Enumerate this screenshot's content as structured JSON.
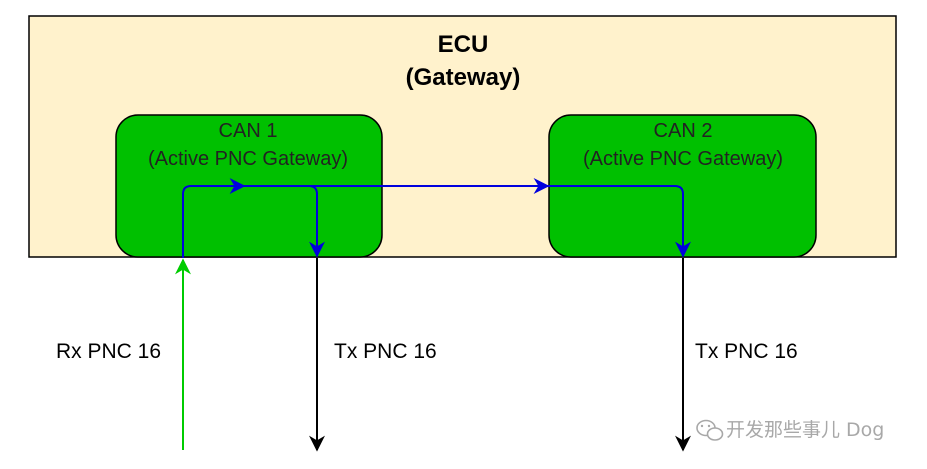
{
  "ecu": {
    "title": "ECU",
    "subtitle": "(Gateway)",
    "fill": "#FFF2CC",
    "border": "#000000"
  },
  "can1": {
    "name": "CAN 1",
    "role": "(Active PNC Gateway)",
    "fill": "#00C000"
  },
  "can2": {
    "name": "CAN 2",
    "role": "(Active PNC Gateway)",
    "fill": "#00C000"
  },
  "signals": {
    "rx_label": "Rx PNC 16",
    "tx1_label": "Tx PNC 16",
    "tx2_label": "Tx PNC 16",
    "rx_color": "#00CC00",
    "internal_color": "#0000DD",
    "tx_color": "#000000"
  },
  "watermark": {
    "text": "开发那些事儿 Dog",
    "icon": "wechat-icon"
  }
}
